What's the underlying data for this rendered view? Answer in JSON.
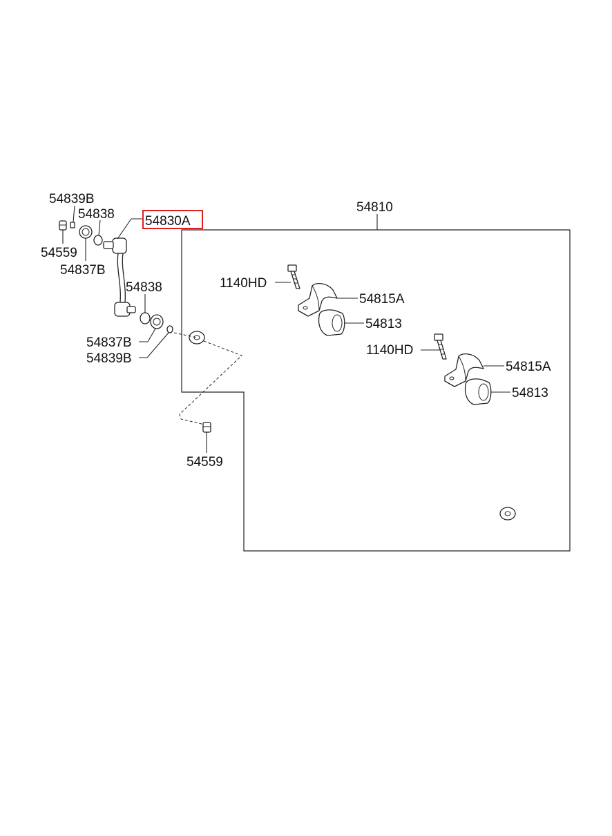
{
  "diagram": {
    "highlight_color": "#e0201e",
    "labels": {
      "assembly": "54810",
      "link_assembly": "54830A",
      "nut_top_left": "54559",
      "washer_top": "54839B",
      "ring_top": "54838",
      "bushing_top": "54837B",
      "ring_bottom": "54838",
      "bushing_bottom": "54837B",
      "washer_bottom": "54839B",
      "nut_bottom": "54559",
      "bolt_1": "1140HD",
      "bracket_1": "54815A",
      "bushing_1": "54813",
      "bolt_2": "1140HD",
      "bracket_2": "54815A",
      "bushing_2": "54813"
    }
  }
}
